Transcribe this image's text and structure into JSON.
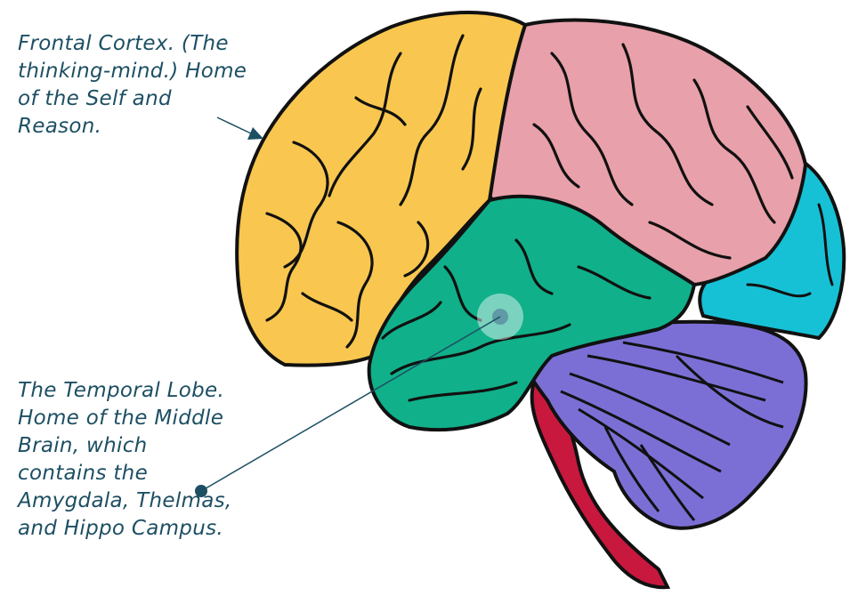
{
  "annotations": {
    "frontal": {
      "lines": [
        "Frontal Cortex.  (The",
        "thinking-mind.)  Home",
        "of the Self and",
        "Reason."
      ]
    },
    "temporal": {
      "lines": [
        "The Temporal Lobe.",
        "Home of the Middle",
        "Brain, which",
        "contains the",
        "Amygdala, Thelmas,",
        "and Hippo Campus."
      ]
    }
  },
  "colors": {
    "text": "#1d4f63",
    "frontal": "#f9c74f",
    "parietal": "#e8a0aa",
    "temporal": "#10b08a",
    "occipital": "#16c1d6",
    "cerebellum": "#7b6fd6",
    "brainstem": "#c8183e",
    "outline": "#111111",
    "pointer": "#1d4f63"
  }
}
